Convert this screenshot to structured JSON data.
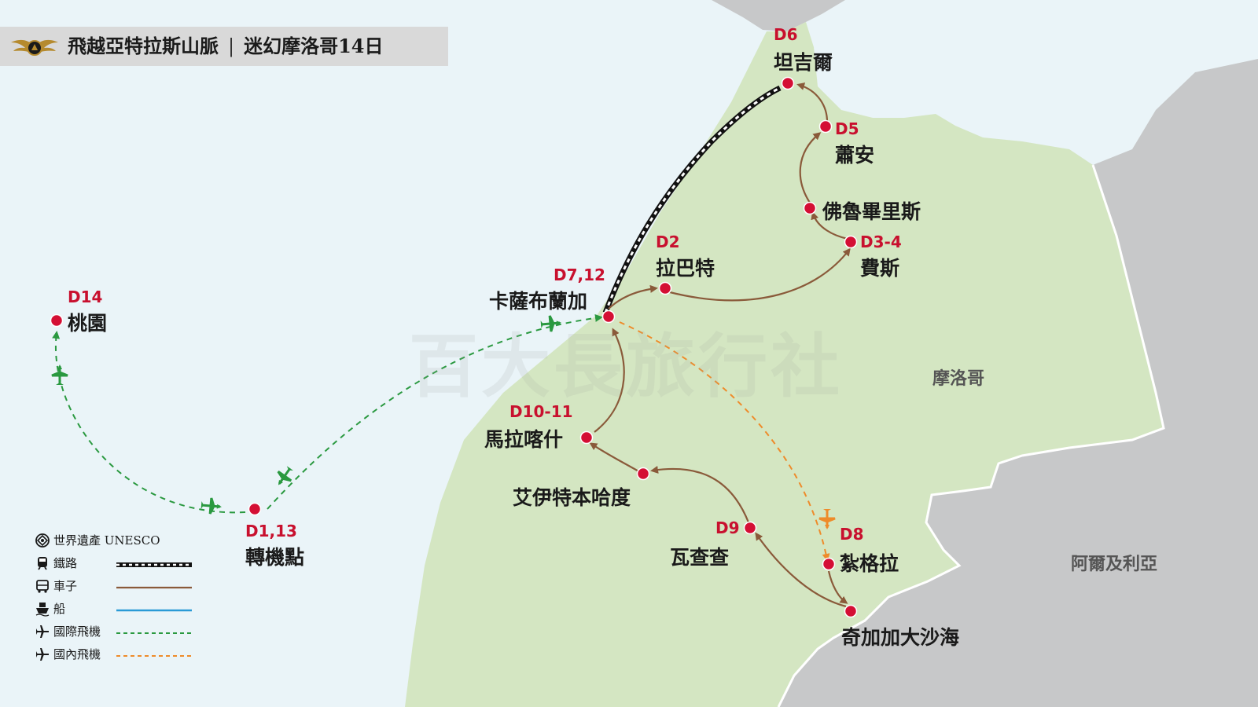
{
  "header": {
    "title_left": "飛越亞特拉斯山脈",
    "separator": "|",
    "title_right": "迷幻摩洛哥14日"
  },
  "watermark": "百大長旅行社",
  "regions": {
    "morocco": "摩洛哥",
    "algeria": "阿爾及利亞"
  },
  "stops": {
    "taoyuan": {
      "day": "D14",
      "name": "桃園"
    },
    "transfer": {
      "day": "D1,13",
      "name": "轉機點"
    },
    "casablanca": {
      "day": "D7,12",
      "name": "卡薩布蘭加"
    },
    "rabat": {
      "day": "D2",
      "name": "拉巴特"
    },
    "tangier": {
      "day": "D6",
      "name": "坦吉爾"
    },
    "chefchaouen": {
      "day": "D5",
      "name": "蕭安"
    },
    "volubilis": {
      "day": "",
      "name": "佛魯畢里斯"
    },
    "fes": {
      "day": "D3-4",
      "name": "費斯"
    },
    "marrakech": {
      "day": "D10-11",
      "name": "馬拉喀什"
    },
    "ait_benhaddou": {
      "day": "",
      "name": "艾伊特本哈度"
    },
    "ouarzazate": {
      "day": "D9",
      "name": "瓦查查"
    },
    "zagora": {
      "day": "D8",
      "name": "紮格拉"
    },
    "erg_chebbi": {
      "day": "",
      "name": "奇加加大沙海"
    }
  },
  "legend": {
    "unesco": "世界遺產 UNESCO",
    "rail": "鐵路",
    "car": "車子",
    "boat": "船",
    "intl_flight": "國際飛機",
    "domestic_flight": "國內飛機"
  },
  "colors": {
    "sea": "#eaf4f8",
    "land": "#d4e6c2",
    "neighbor": "#c7c8c9",
    "stop": "#d40f34",
    "day_label": "#c8102e",
    "car": "#8a5a3a",
    "intl_flight": "#2a9940",
    "domestic_flight": "#ee8b2a",
    "boat": "#2a9ad6",
    "rail": "#111111"
  },
  "icons": {
    "logo": "winged-emblem-icon",
    "unesco": "unesco-icon",
    "rail": "train-icon",
    "car": "bus-icon",
    "boat": "boat-icon",
    "flight": "airplane-icon"
  }
}
